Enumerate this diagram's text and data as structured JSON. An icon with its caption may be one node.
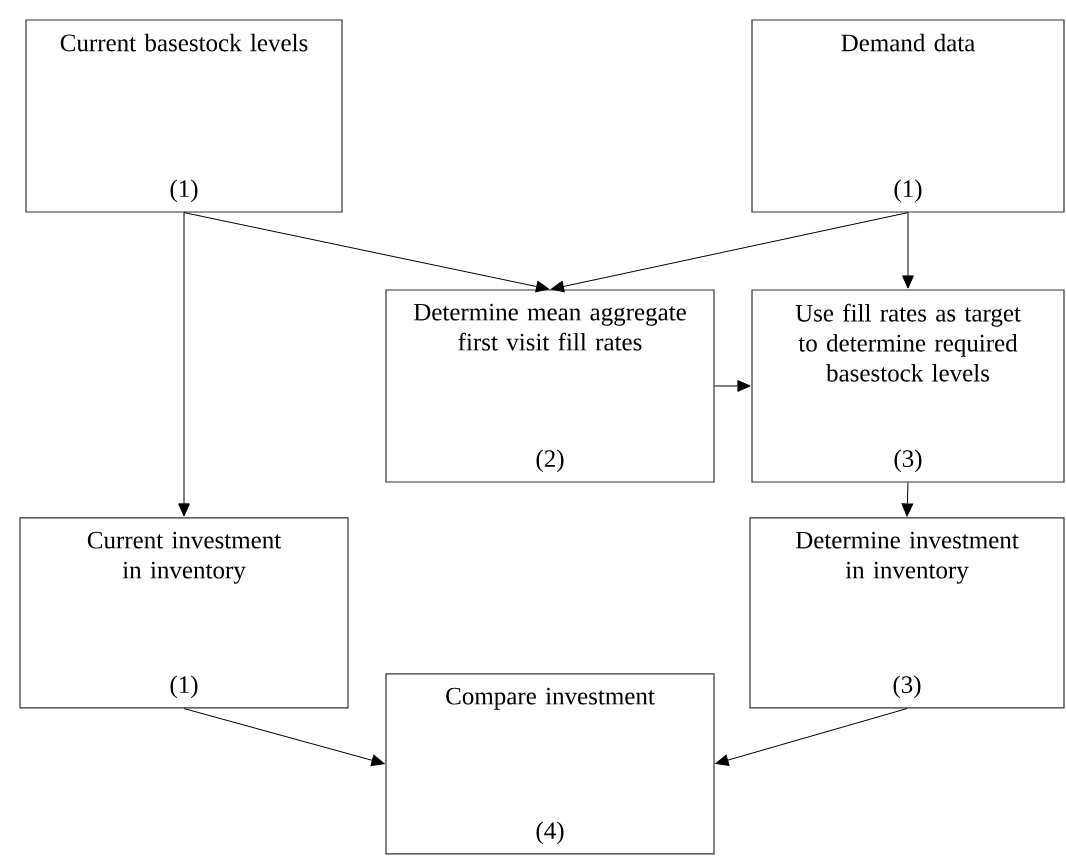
{
  "diagram": {
    "nodes": [
      {
        "text": [
          "Current basestock levels",
          "(1)"
        ]
      },
      {
        "text": [
          "Demand data",
          "(1)"
        ]
      },
      {
        "text": [
          "Determine mean aggregate first visit fill rates",
          "(2)"
        ]
      },
      {
        "text": [
          "Use fill rates as target to determine required basestock levels",
          "(3)"
        ]
      },
      {
        "text": [
          "Current investment in inventory",
          "(1)"
        ]
      },
      {
        "text": [
          "Determine investment in inventory",
          "(3)"
        ]
      },
      {
        "text": [
          "Compare investment",
          "(4)"
        ]
      }
    ],
    "edges": [
      {
        "from": 0,
        "to": 2,
        "arrow": "to"
      },
      {
        "from": 1,
        "to": 2,
        "arrow": "to"
      },
      {
        "from": 1,
        "to": 3,
        "arrow": "to"
      },
      {
        "from": 0,
        "to": 4,
        "arrow": "to"
      },
      {
        "from": 2,
        "to": 3,
        "arrow": "to"
      },
      {
        "from": 3,
        "to": 5,
        "arrow": "to"
      },
      {
        "from": 4,
        "to": 6,
        "arrow": "to"
      },
      {
        "from": 5,
        "to": 6,
        "arrow": "to"
      }
    ]
  }
}
